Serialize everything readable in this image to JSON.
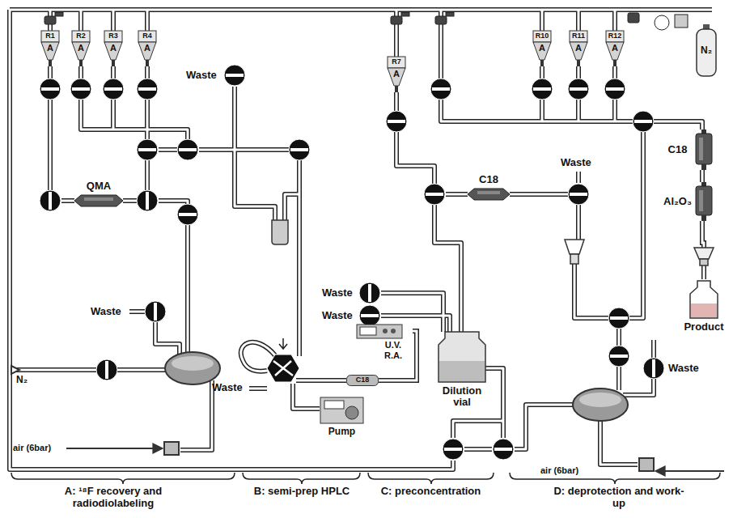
{
  "diagram": {
    "nodes": [
      {
        "text": [
          "R1",
          "A"
        ]
      },
      {
        "text": [
          "R2",
          "A"
        ]
      },
      {
        "text": [
          "R3",
          "A"
        ]
      },
      {
        "text": [
          "R4",
          "A"
        ]
      },
      {
        "text": [
          "R7",
          "A"
        ]
      },
      {
        "text": [
          "R10",
          "A"
        ]
      },
      {
        "text": [
          "R11",
          "A"
        ]
      },
      {
        "text": [
          "R12",
          "A"
        ]
      },
      {
        "text": [
          "N₂"
        ]
      },
      {
        "text": [
          "QMA"
        ]
      },
      {
        "text": [
          "C18"
        ]
      },
      {
        "text": [
          "U.V.",
          "R.A."
        ]
      },
      {
        "text": [
          "C18"
        ]
      },
      {
        "text": [
          "Pump"
        ]
      },
      {
        "text": [
          "Dilution vial"
        ]
      },
      {
        "text": [
          "C18"
        ]
      },
      {
        "text": [
          "Al₂O₃"
        ]
      },
      {
        "text": [
          "Product"
        ]
      }
    ],
    "edges": [
      {
        "from": 15,
        "to": 16,
        "arrow": "none"
      },
      {
        "from": 16,
        "to": 17,
        "arrow": "none"
      },
      {
        "from": 12,
        "to": 11,
        "arrow": "none"
      }
    ],
    "labels": [
      "Waste",
      "Waste",
      "Waste",
      "Waste",
      "Waste",
      "Waste",
      "Waste",
      "N₂",
      "air (6bar)",
      "air (6bar)",
      "A: ¹⁸F recovery and radiodiolabeling",
      "B: semi-prep HPLC",
      "C: preconcentration",
      "D: deprotection and work-up"
    ]
  }
}
